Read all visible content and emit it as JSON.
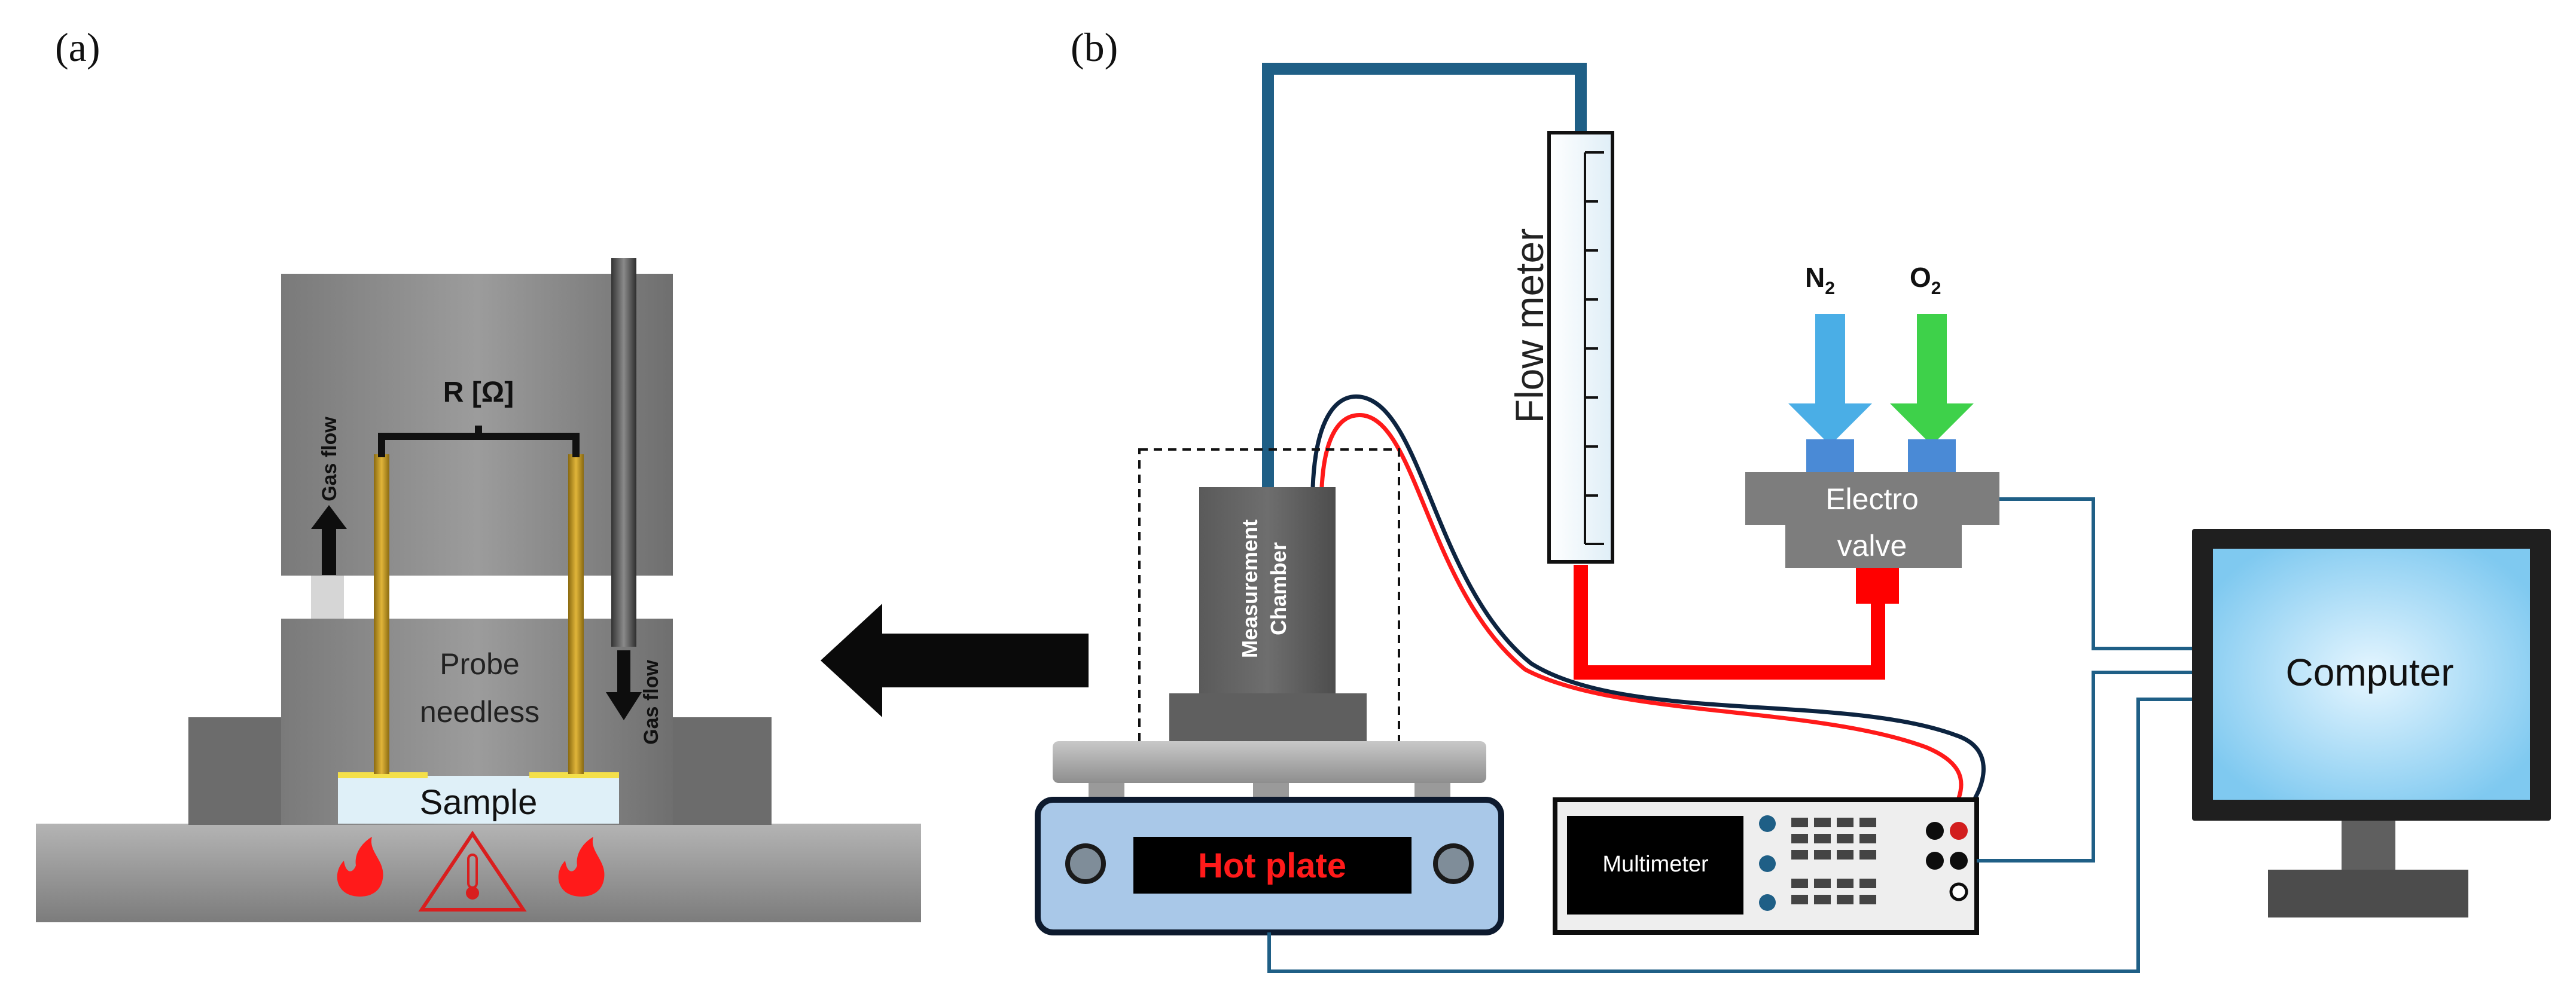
{
  "panels": {
    "a": {
      "label": "(a)"
    },
    "b": {
      "label": "(b)"
    }
  },
  "panel_a": {
    "resistance_label": "R [Ω]",
    "gas_flow_out_label": "Gas flow",
    "gas_flow_in_label": "Gas flow",
    "probe_label_line1": "Probe",
    "probe_label_line2": "needless",
    "sample_label": "Sample"
  },
  "panel_b": {
    "flow_meter_label": "Flow meter",
    "n2_label": "N",
    "n2_subscript": "2",
    "o2_label": "O",
    "o2_subscript": "2",
    "electrovalve_line1": "Electro",
    "electrovalve_line2": "valve",
    "chamber_line1": "Measurement",
    "chamber_line2": "Chamber",
    "hot_plate_label": "Hot plate",
    "multimeter_label": "Multimeter",
    "computer_label": "Computer"
  },
  "colors": {
    "gas_line": "#1f5f86",
    "red_line": "#ff0000",
    "n2_arrow": "#4aaee6",
    "o2_arrow": "#3ed14a",
    "hot_plate_panel": "#a9c8e8",
    "hot_plate_text": "#ff1a1a",
    "computer_screen": "#bfe3f7"
  }
}
